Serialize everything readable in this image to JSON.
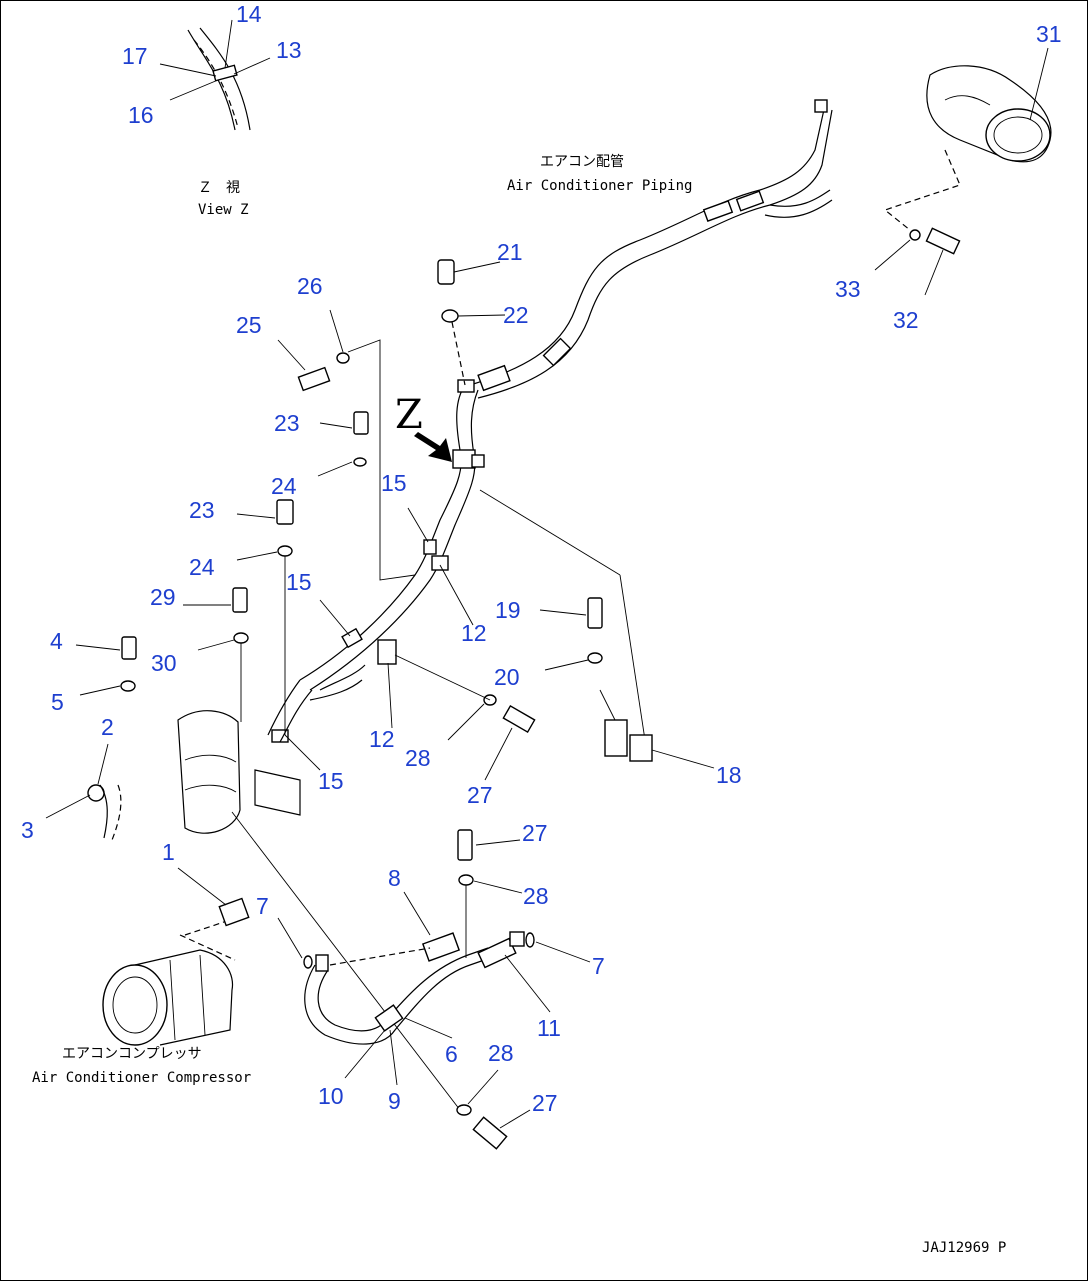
{
  "view_z": {
    "ja": "Ｚ　視",
    "en": "View Z",
    "callouts": [
      "14",
      "17",
      "13",
      "16"
    ]
  },
  "z_marker": "Z",
  "piping_label": {
    "ja": "エアコン配管",
    "en": "Air Conditioner Piping"
  },
  "compressor_label": {
    "ja": "エアコンコンプレッサ",
    "en": "Air Conditioner Compressor"
  },
  "drawing_code": "JAJ12969 P",
  "callouts": [
    "31",
    "33",
    "32",
    "21",
    "22",
    "26",
    "25",
    "23",
    "24",
    "23",
    "24",
    "15",
    "29",
    "15",
    "4",
    "30",
    "5",
    "2",
    "3",
    "12",
    "19",
    "20",
    "12",
    "28",
    "18",
    "27",
    "15",
    "1",
    "7",
    "8",
    "27",
    "28",
    "7",
    "11",
    "6",
    "28",
    "10",
    "9",
    "27"
  ],
  "colors": {
    "callout": "#1e3fcf",
    "line": "#000000"
  }
}
